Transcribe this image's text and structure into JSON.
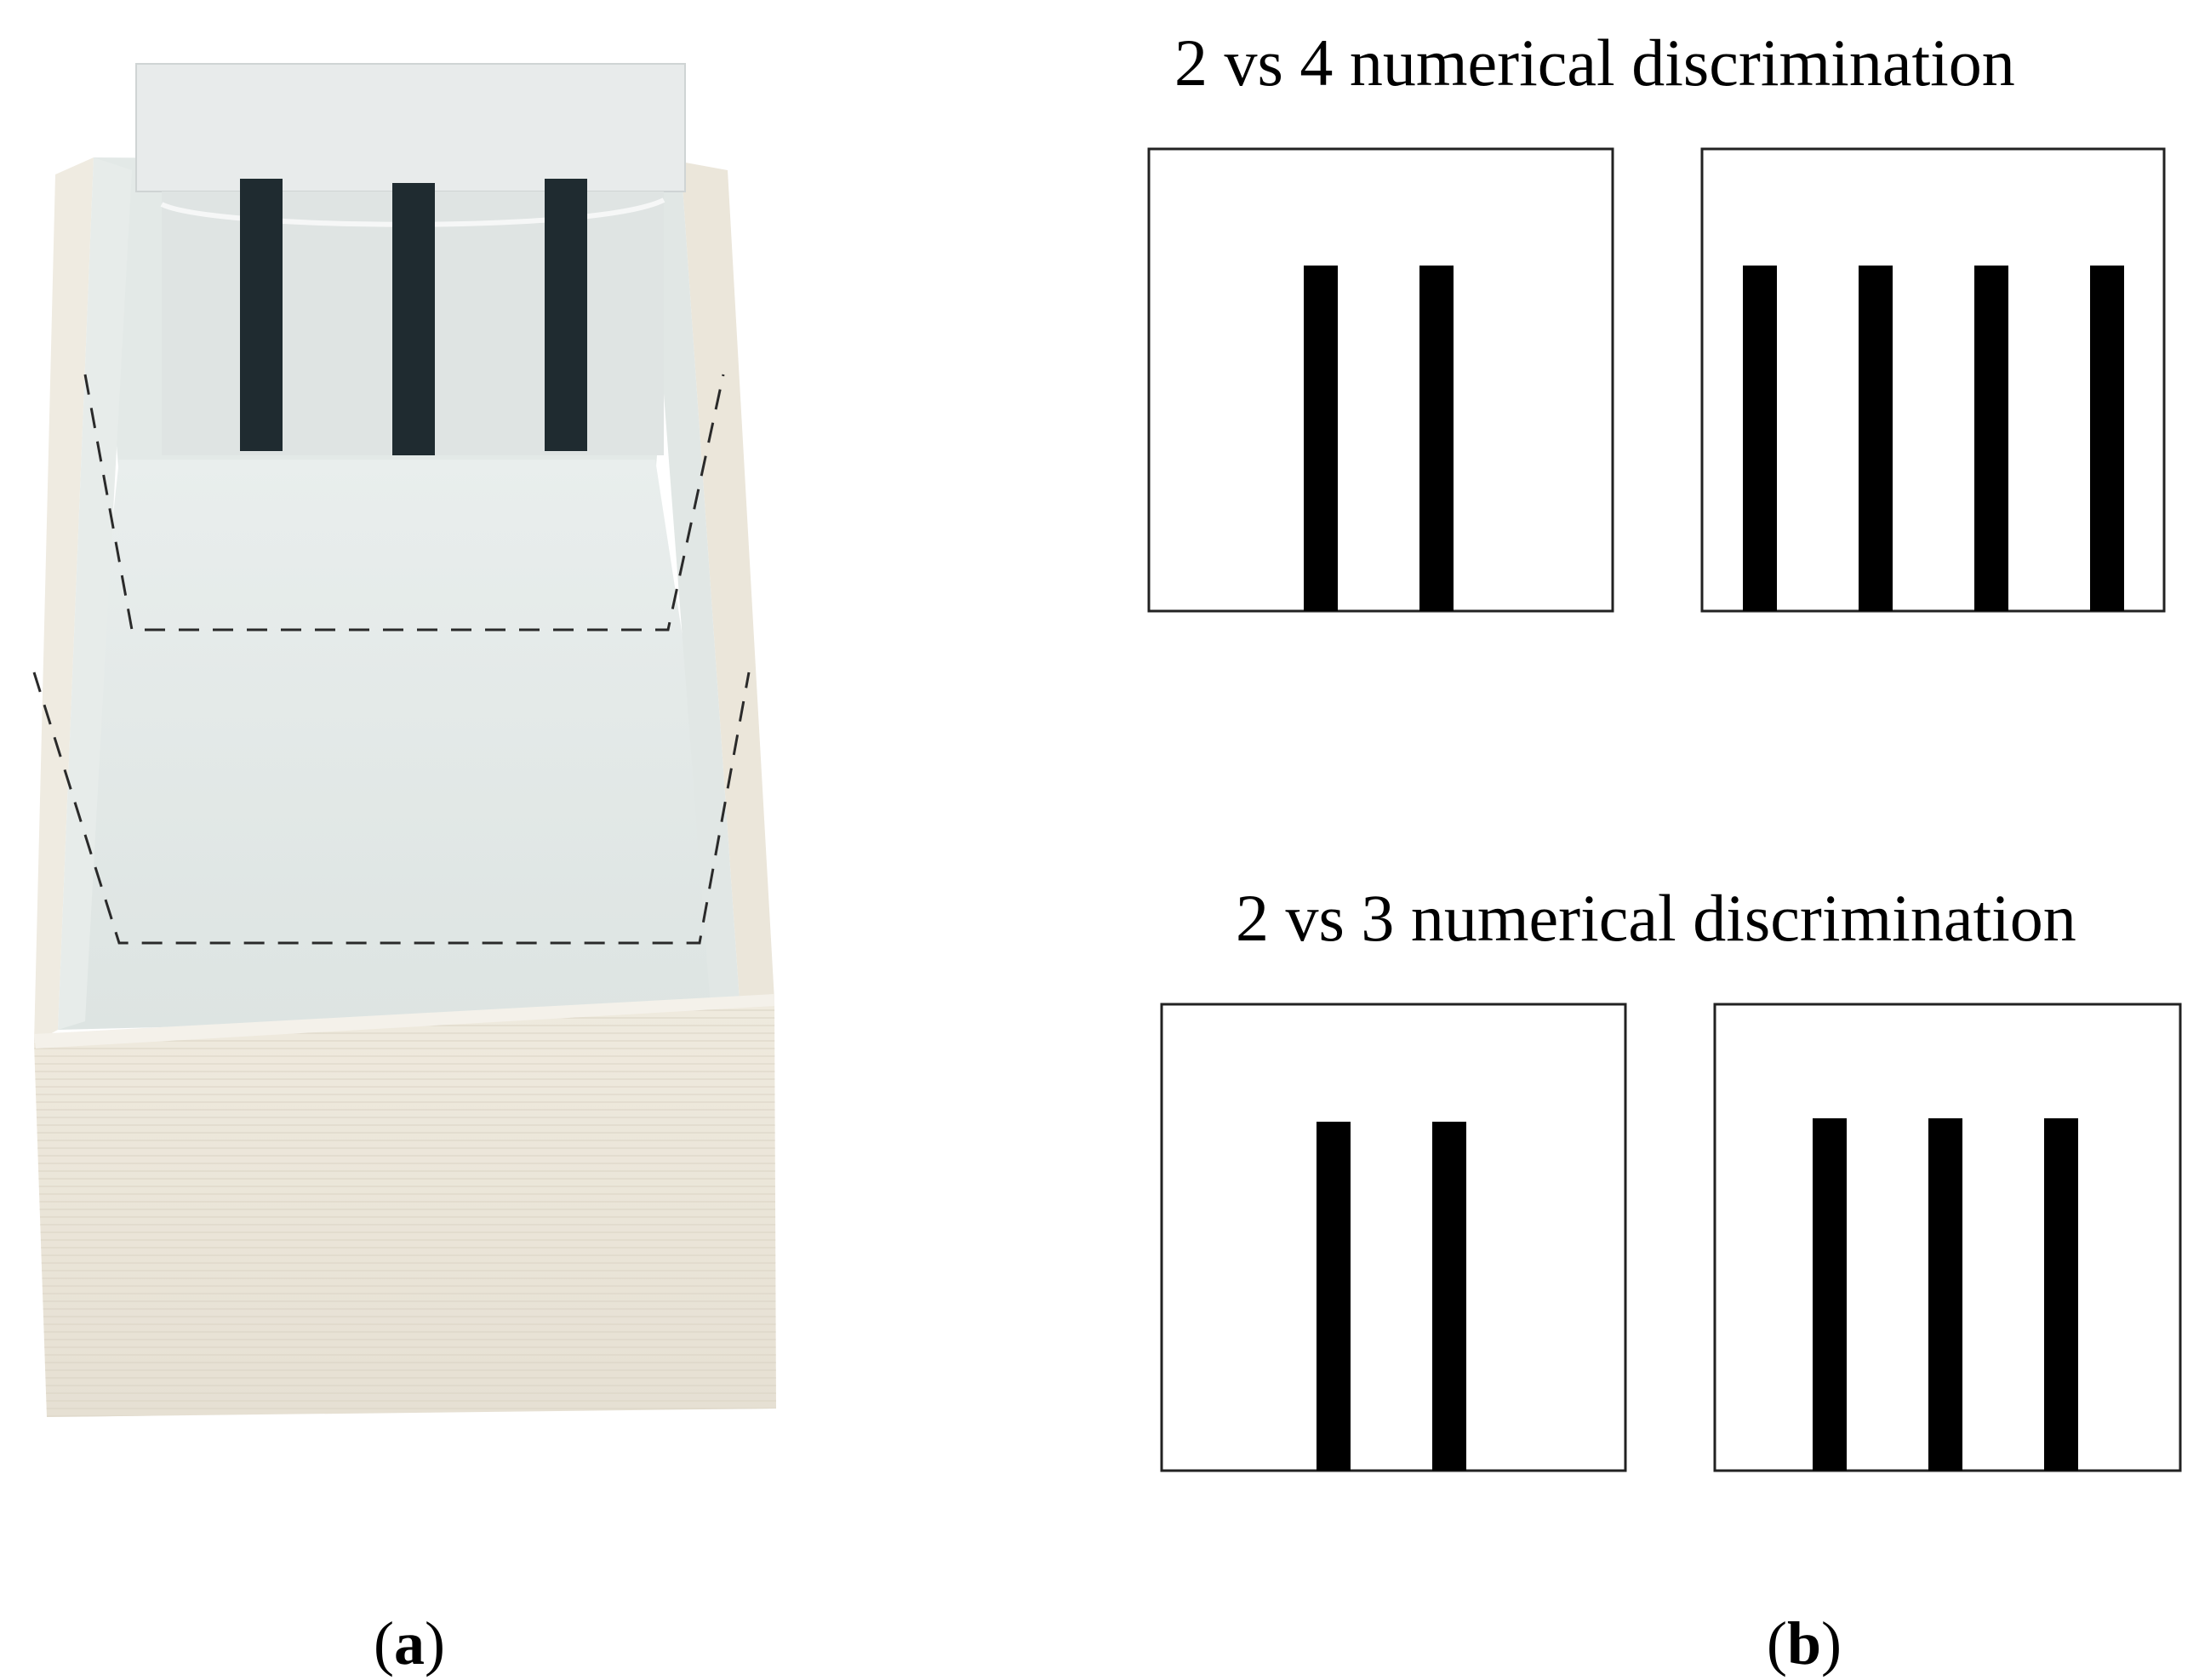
{
  "panel_a": {
    "label_open": "(",
    "label_letter": "a",
    "label_close": ")",
    "bars_on_card": 3
  },
  "panel_b": {
    "label_open": "(",
    "label_letter": "b",
    "label_close": ")",
    "comparisons": [
      {
        "title": "2 vs 4 numerical discrimination",
        "left_count": 2,
        "right_count": 4
      },
      {
        "title": "2 vs 3 numerical discrimination",
        "left_count": 2,
        "right_count": 3
      }
    ]
  },
  "colors": {
    "bar": "#000000",
    "frame": "#222222",
    "box_body": "#ece7dc",
    "box_interior": "#e4eae8",
    "card": "#e9ecec",
    "card_bar": "#1f2b30",
    "dash": "#2a2a2a"
  }
}
